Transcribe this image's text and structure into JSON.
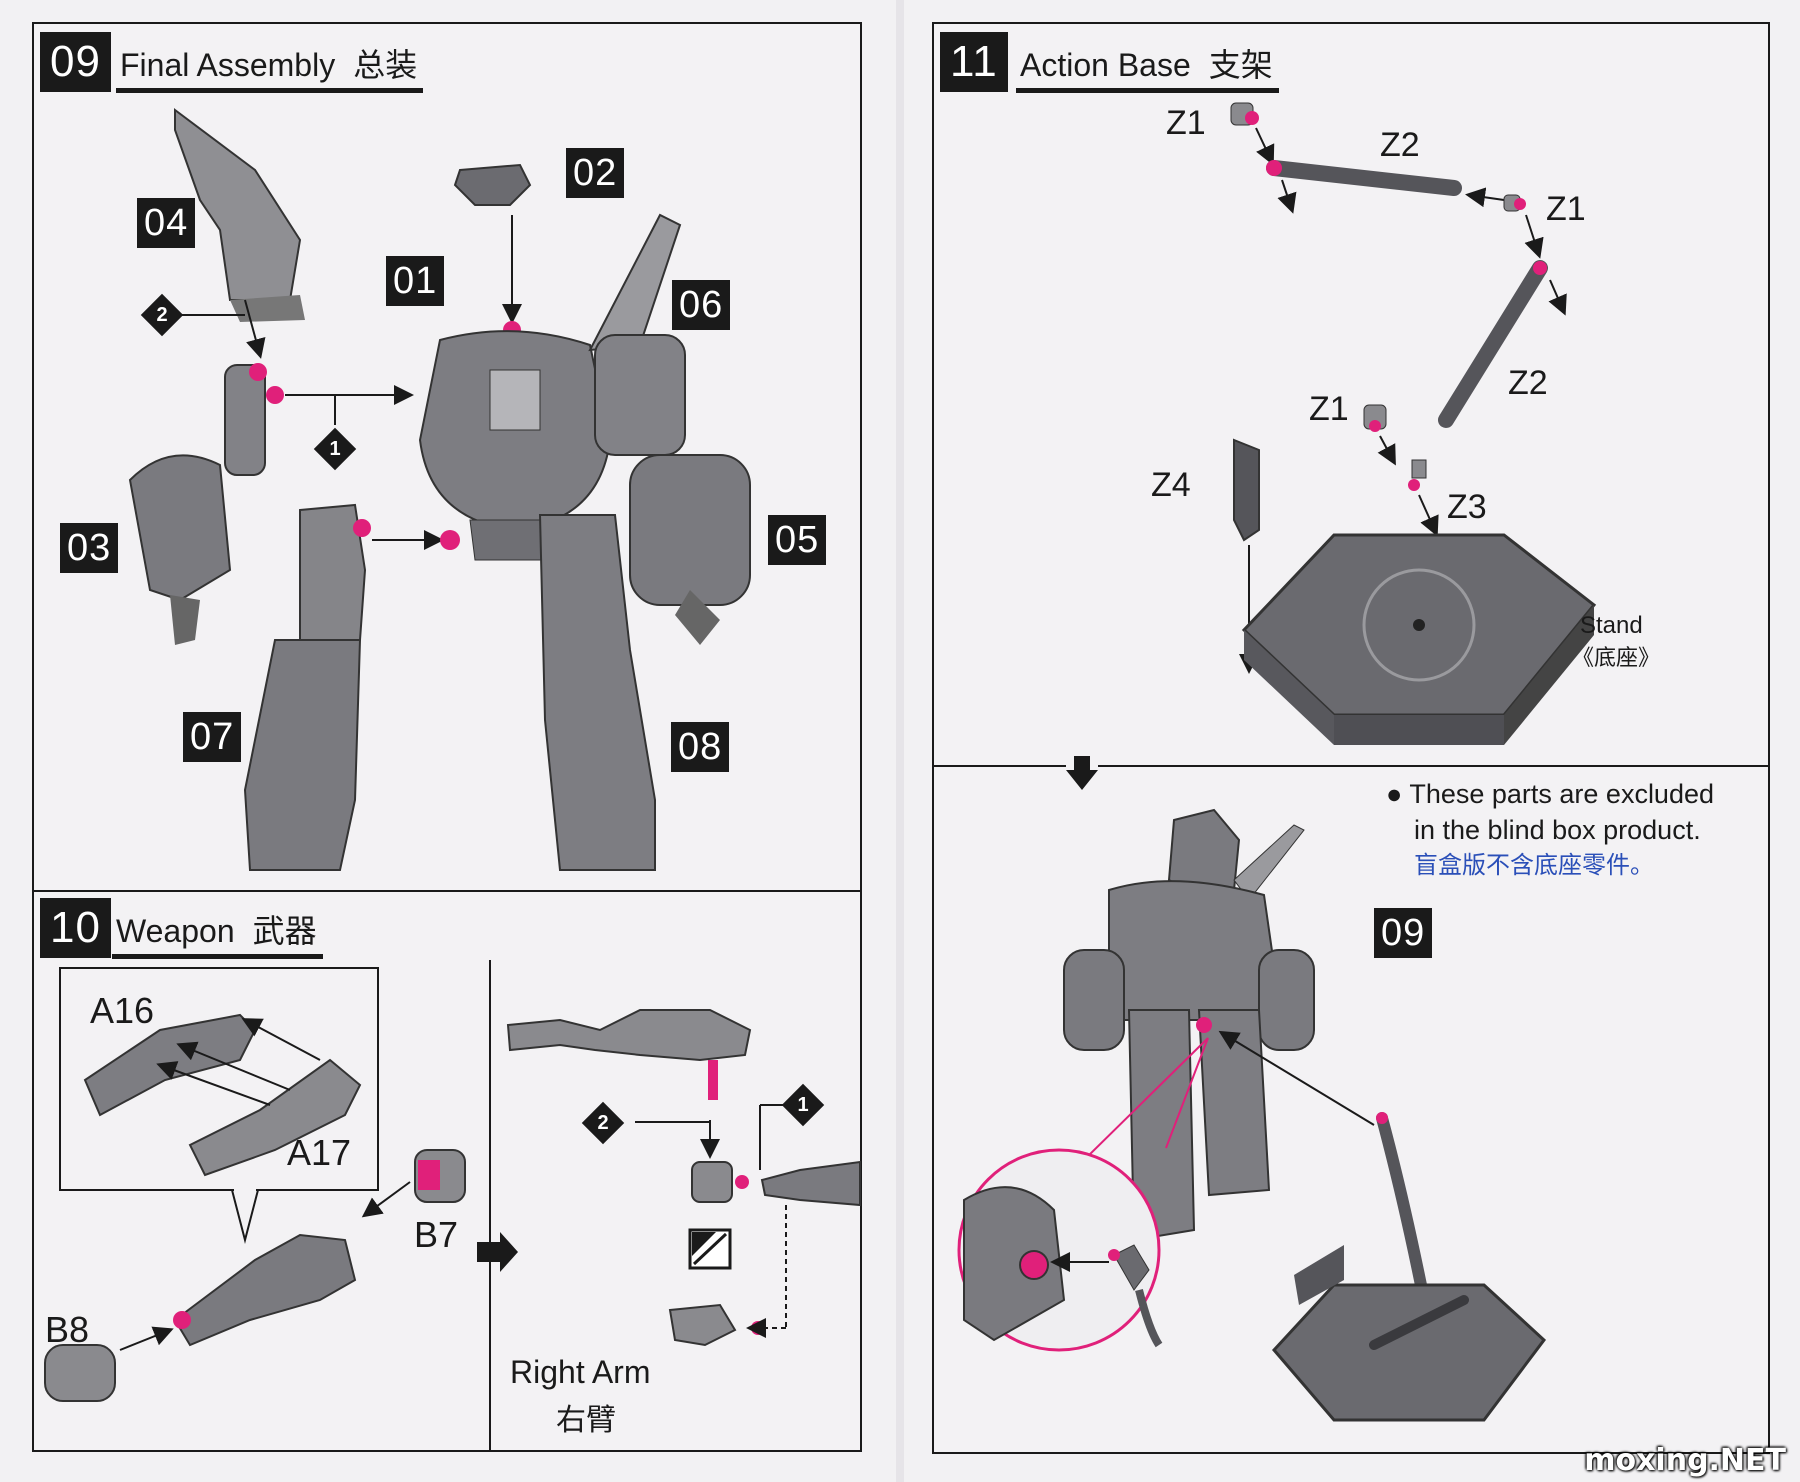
{
  "steps": {
    "s09": {
      "number": "09",
      "title_en": "Final Assembly",
      "title_zh": "总装",
      "parts": [
        "04",
        "02",
        "01",
        "06",
        "03",
        "05",
        "07",
        "08"
      ],
      "diamond_a": "2",
      "diamond_b": "1"
    },
    "s10": {
      "number": "10",
      "title_en": "Weapon",
      "title_zh": "武器",
      "parts": [
        "A16",
        "A17",
        "B7",
        "B8"
      ],
      "diamond_a": "2",
      "diamond_b": "1",
      "right_arm_en": "Right Arm",
      "right_arm_zh": "右臂"
    },
    "s11": {
      "number": "11",
      "title_en": "Action Base",
      "title_zh": "支架",
      "parts": [
        "Z1",
        "Z2",
        "Z1",
        "Z2",
        "Z1",
        "Z3",
        "Z4"
      ],
      "stand_en": "Stand",
      "stand_zh": "《底座》",
      "note_bullet": "●",
      "note_line1": "These parts are excluded",
      "note_line2": "in the blind box product.",
      "note_zh": "盲盒版不含底座零件。",
      "callout": "09"
    }
  },
  "watermark": "moxing.NET",
  "colors": {
    "accent": "#e0207a",
    "ink": "#1a1a1a",
    "part": "#8a8a8e"
  }
}
